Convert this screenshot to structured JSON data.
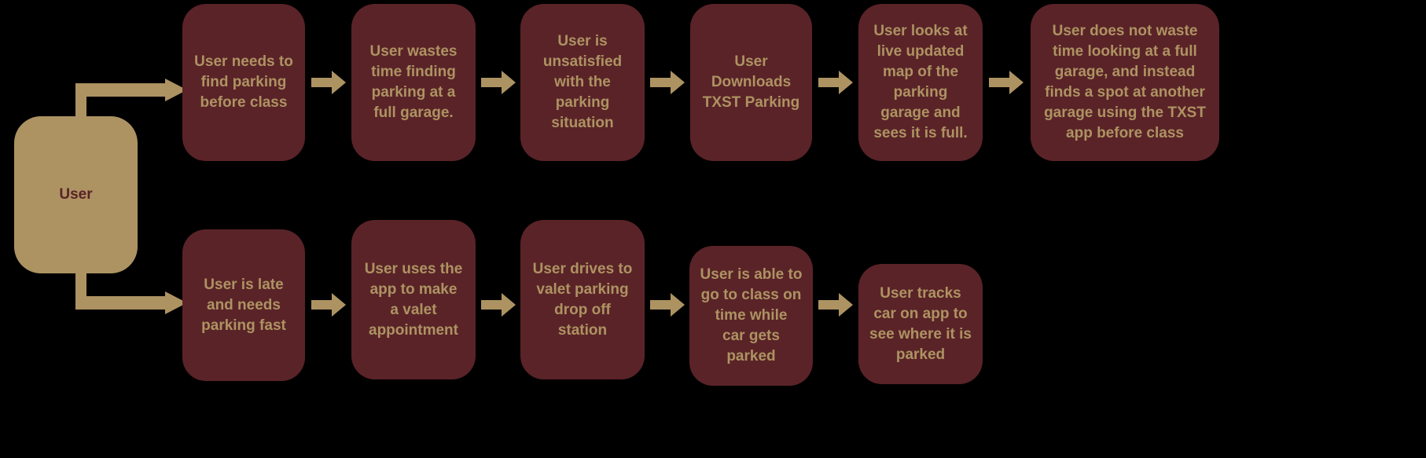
{
  "diagram": {
    "title": "User parking journey flowchart",
    "background_color": "#000000",
    "colors": {
      "step_fill": "#5A2328",
      "step_text": "#AD9362",
      "actor_fill": "#AD9362",
      "actor_text": "#5A2328",
      "arrow": "#AD9362"
    },
    "actor": {
      "label": "User"
    },
    "rows": [
      {
        "name": "top-row",
        "steps": [
          {
            "label": "User needs to\nfind parking\nbefore class"
          },
          {
            "label": "User wastes\ntime finding\nparking at a\nfull garage."
          },
          {
            "label": "User is\nunsatisfied\nwith the\nparking\nsituation"
          },
          {
            "label": "User\nDownloads\nTXST Parking"
          },
          {
            "label": "User looks at\nlive updated\nmap of the\nparking\ngarage and\nsees it is full."
          },
          {
            "label": "User does not waste\ntime looking at a full\ngarage, and instead\nfinds a spot at another\ngarage using the TXST\napp before class"
          }
        ]
      },
      {
        "name": "bottom-row",
        "steps": [
          {
            "label": "User is late\nand needs\nparking fast"
          },
          {
            "label": "User uses the\napp to make\na valet\nappointment"
          },
          {
            "label": "User drives to\nvalet parking\ndrop off\nstation"
          },
          {
            "label": "User is able to\ngo to class on\ntime while\ncar gets\nparked"
          },
          {
            "label": "User tracks\ncar on app to\nsee where it is\nparked"
          }
        ]
      }
    ],
    "connectors": {
      "elbow_top": "elbow-arrow-up-right",
      "elbow_bottom": "elbow-arrow-down-right",
      "between_steps": "arrow-right"
    }
  }
}
